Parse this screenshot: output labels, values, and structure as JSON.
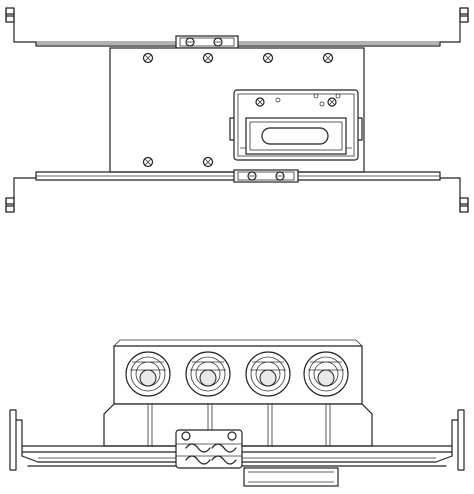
{
  "drawing": {
    "views": [
      {
        "view": "top",
        "components": [
          "mounting-bar",
          "mounting-plate",
          "junction-box",
          "bar-clamp"
        ]
      },
      {
        "view": "side",
        "components": [
          "mounting-bar",
          "connector-row",
          "bar-clamp",
          "junction-box-base"
        ]
      }
    ],
    "screw_count_plate": 6,
    "connector_count": 4,
    "colors": {
      "line": "#222222",
      "background": "#ffffff",
      "shade": "#e9e9e9"
    }
  }
}
